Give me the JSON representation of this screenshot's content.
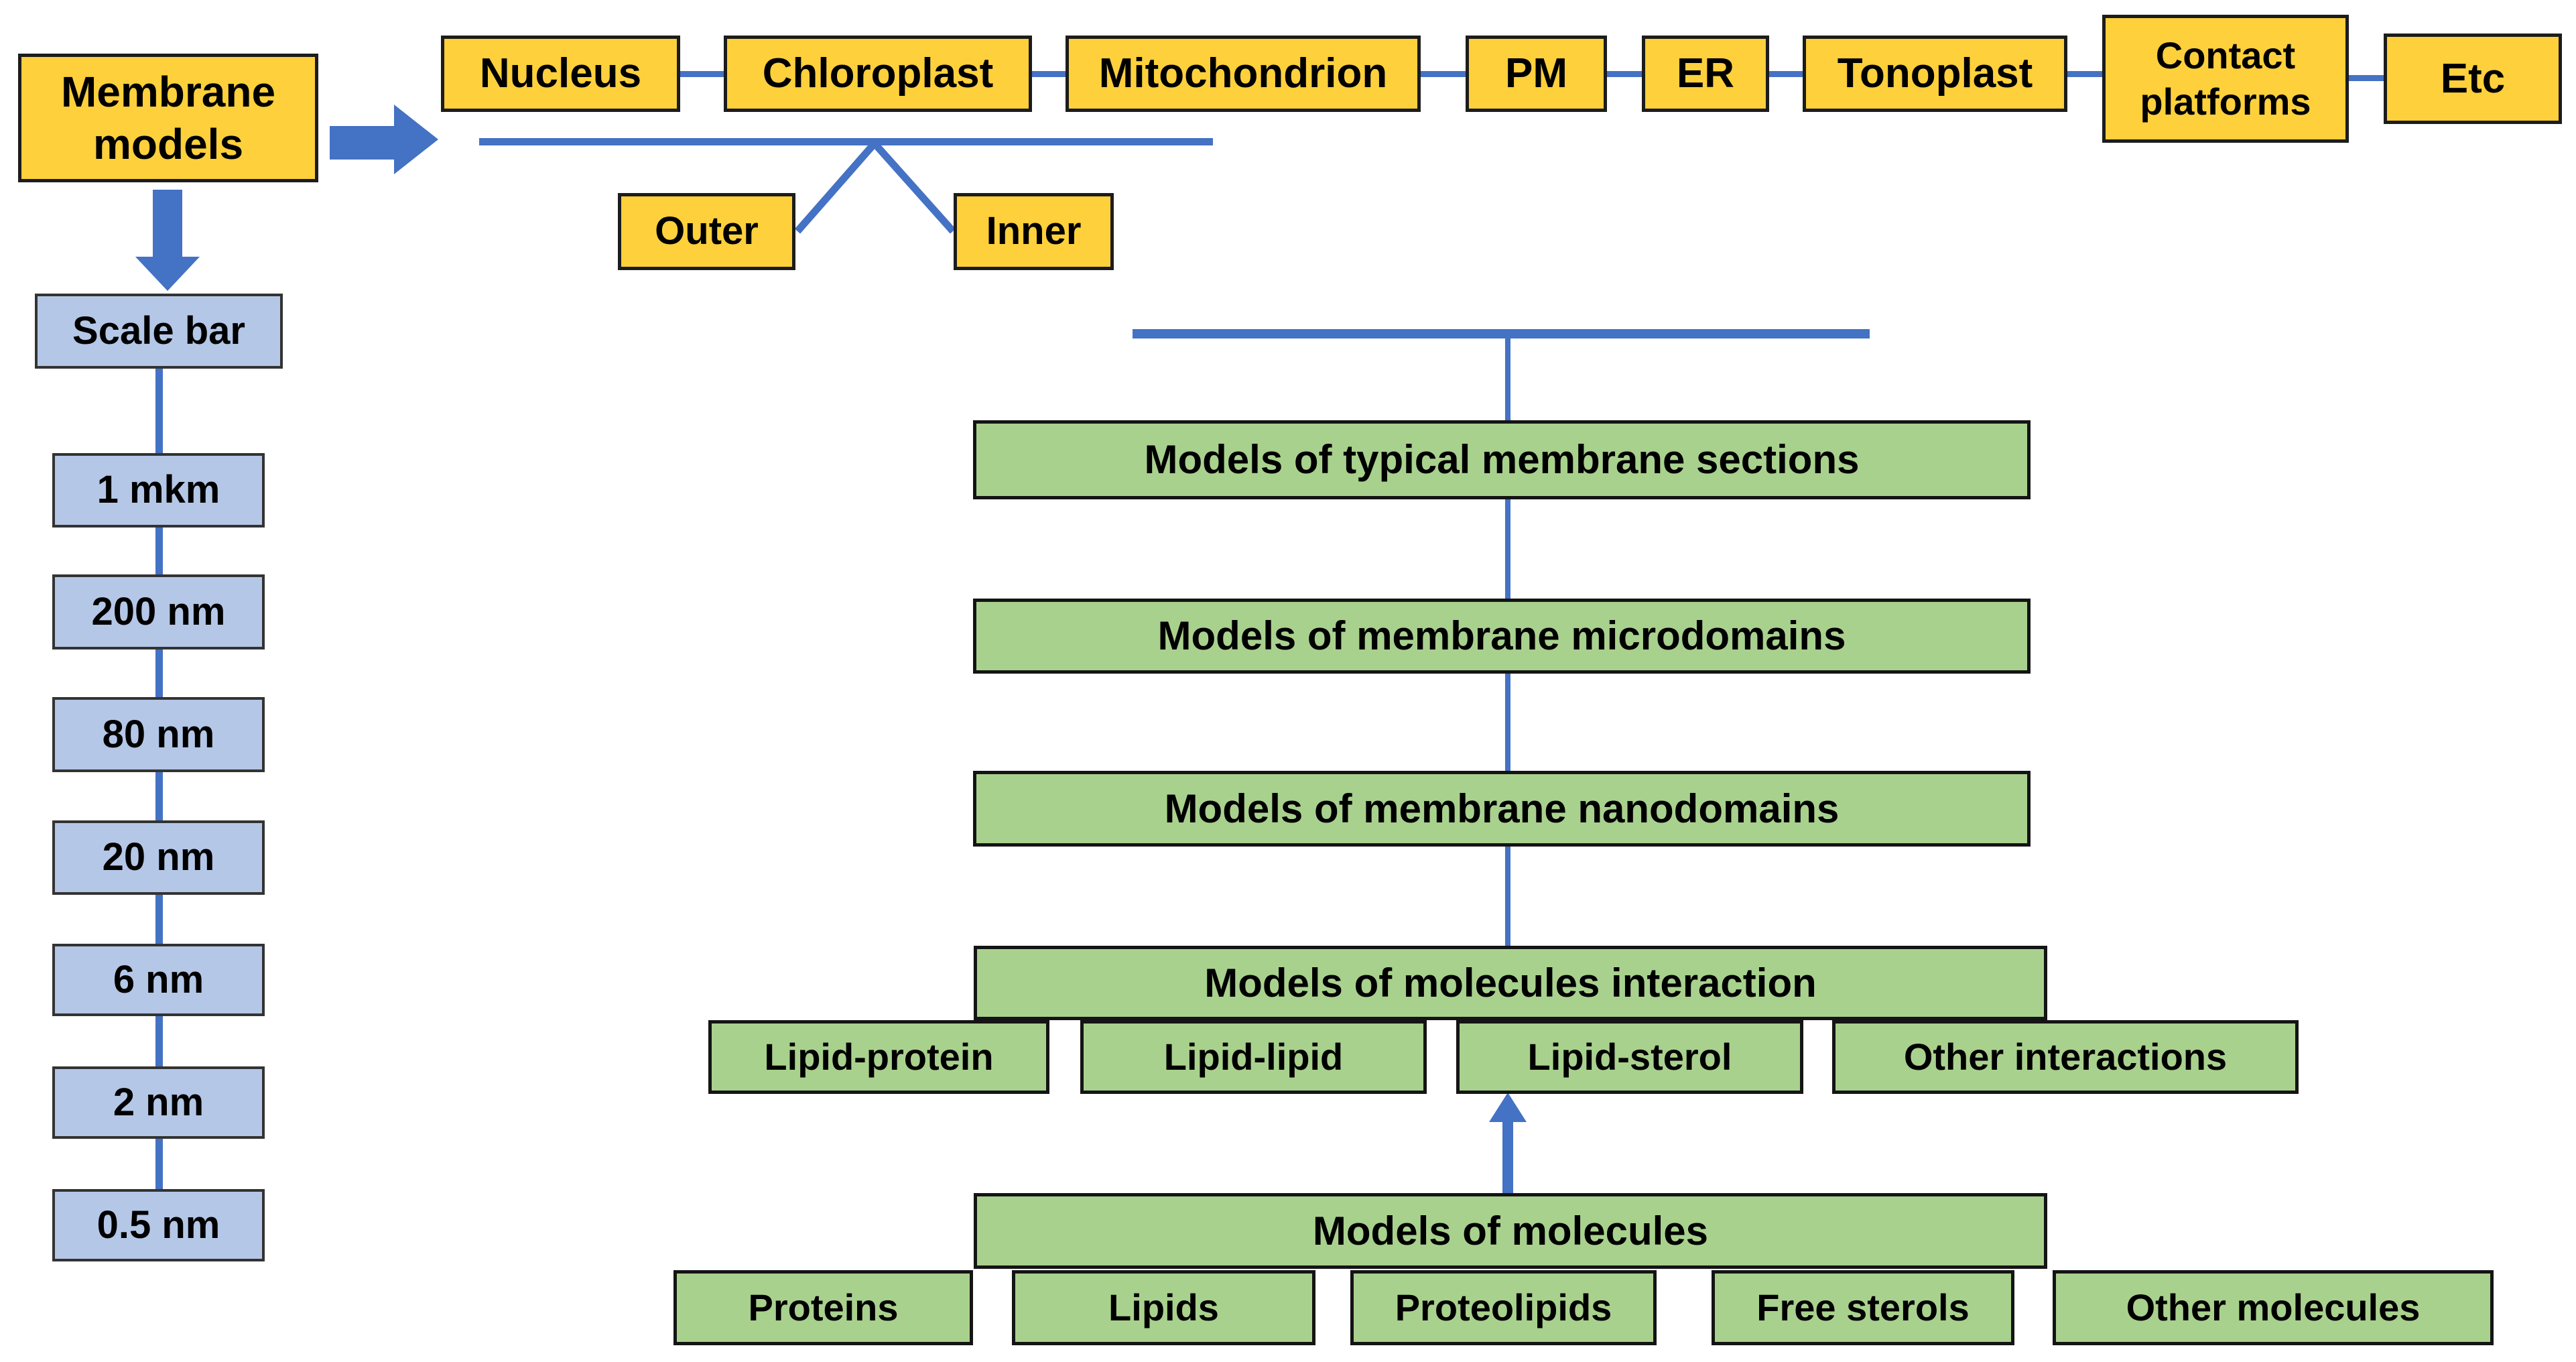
{
  "diagram_title": "Membrane models hierarchy diagram",
  "colors": {
    "organelle_fill": "#fdd03c",
    "organelle_border": "#1c1c1c",
    "scale_fill": "#b4c7e7",
    "scale_border": "#333333",
    "model_fill": "#a9d18e",
    "model_border": "#141414",
    "connector_blue": "#4472c4",
    "background": "#ffffff",
    "text": "#000000"
  },
  "root_box": {
    "label": "Membrane models"
  },
  "organelle_row": {
    "items": [
      {
        "label": "Nucleus"
      },
      {
        "label": "Chloroplast"
      },
      {
        "label": "Mitochondrion"
      },
      {
        "label": "PM"
      },
      {
        "label": "ER"
      },
      {
        "label": "Tonoplast"
      },
      {
        "label": "Contact platforms"
      },
      {
        "label": "Etc"
      }
    ]
  },
  "membrane_sides": {
    "items": [
      {
        "label": "Outer"
      },
      {
        "label": "Inner"
      }
    ]
  },
  "scale_column": {
    "header": "Scale bar",
    "items": [
      {
        "label": "1 mkm"
      },
      {
        "label": "200 nm"
      },
      {
        "label": "80 nm"
      },
      {
        "label": "20 nm"
      },
      {
        "label": "6 nm"
      },
      {
        "label": "2 nm"
      },
      {
        "label": "0.5 nm"
      }
    ]
  },
  "model_levels": {
    "items": [
      {
        "label": "Models of typical membrane sections"
      },
      {
        "label": "Models of membrane microdomains"
      },
      {
        "label": "Models of membrane nanodomains"
      },
      {
        "label": "Models of molecules interaction"
      },
      {
        "label": "Models of molecules"
      }
    ]
  },
  "interaction_types": {
    "items": [
      {
        "label": "Lipid-protein"
      },
      {
        "label": "Lipid-lipid"
      },
      {
        "label": "Lipid-sterol"
      },
      {
        "label": "Other interactions"
      }
    ]
  },
  "molecule_types": {
    "items": [
      {
        "label": "Proteins"
      },
      {
        "label": "Lipids"
      },
      {
        "label": "Proteolipids"
      },
      {
        "label": "Free sterols"
      },
      {
        "label": "Other molecules"
      }
    ]
  }
}
